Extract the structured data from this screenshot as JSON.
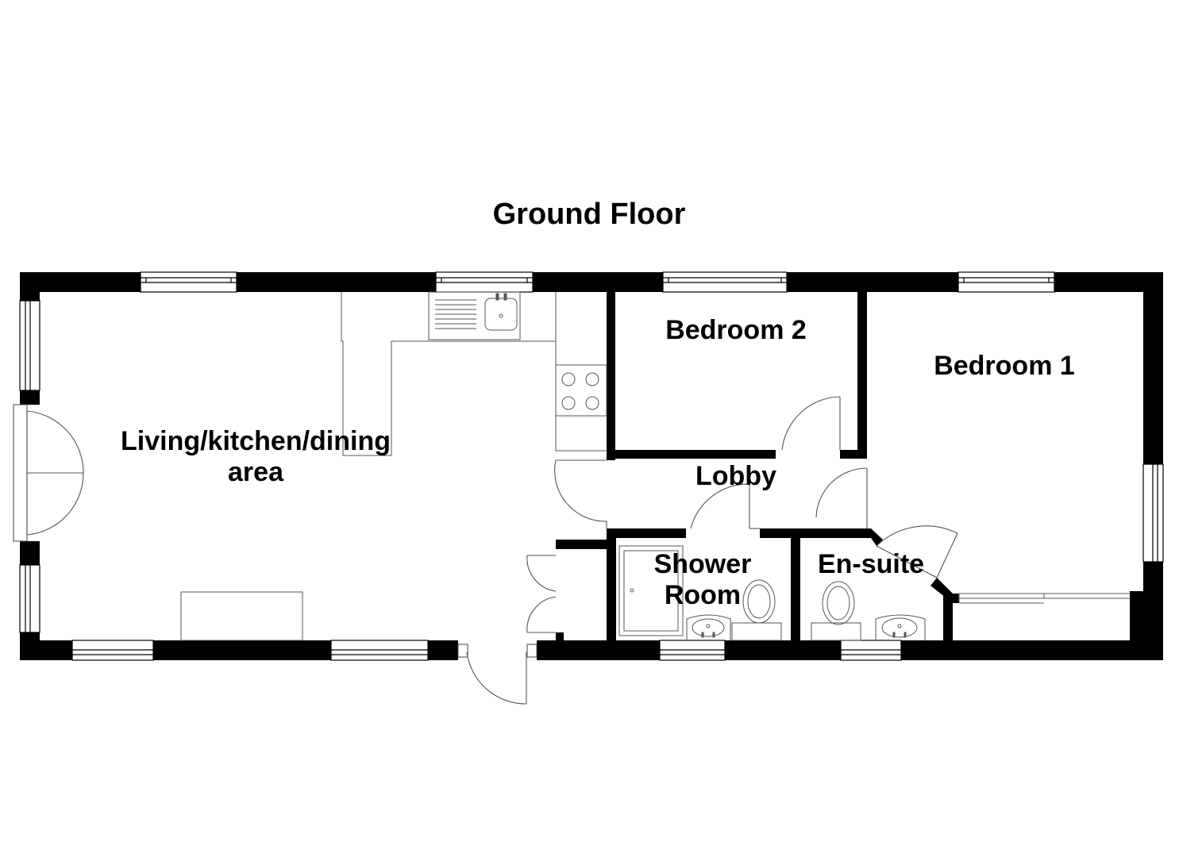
{
  "title": "Ground Floor",
  "rooms": {
    "living": [
      "Living/kitchen/dining",
      "area"
    ],
    "bedroom2": "Bedroom 2",
    "bedroom1": "Bedroom 1",
    "lobby": "Lobby",
    "shower": [
      "Shower",
      "Room"
    ],
    "ensuite": "En-suite"
  },
  "colors": {
    "wall": "#000000",
    "fixture": "#555555",
    "background": "#ffffff"
  }
}
